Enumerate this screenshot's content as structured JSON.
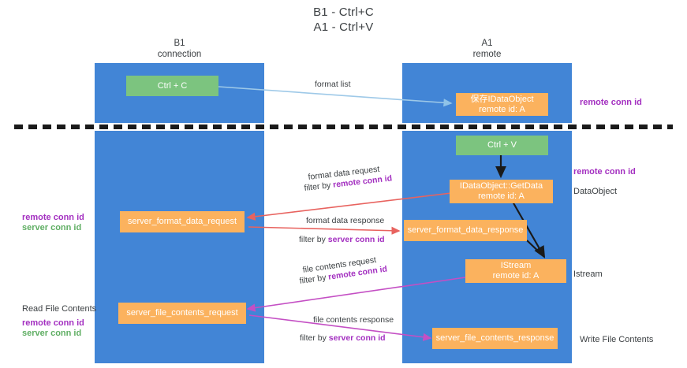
{
  "title": {
    "line1": "B1 - Ctrl+C",
    "line2": "A1 - Ctrl+V"
  },
  "columns": [
    {
      "name": "B1",
      "sub": "connection"
    },
    {
      "name": "A1",
      "sub": "remote"
    }
  ],
  "boxes": {
    "ctrl_c": {
      "label": "Ctrl + C",
      "color": "#7cc47f"
    },
    "ctrl_v": {
      "label": "Ctrl + V",
      "color": "#7cc47f"
    },
    "save_idataobject": {
      "line1": "保存IDataObject",
      "line2": "remote id: A",
      "color": "#fbb25e"
    },
    "getdata": {
      "line1": "IDataObject::GetData",
      "line2": "remote id: A",
      "color": "#fbb25e"
    },
    "istream": {
      "line1": "IStream",
      "line2": "remote id: A",
      "color": "#fbb25e"
    },
    "server_format_data_request": {
      "label": "server_format_data_request",
      "color": "#fbb25e"
    },
    "server_format_data_response": {
      "label": "server_format_data_response",
      "color": "#fbb25e"
    },
    "server_file_contents_request": {
      "label": "server_file_contents_request",
      "color": "#fbb25e"
    },
    "server_file_contents_response": {
      "label": "server_file_contents_response",
      "color": "#fbb25e"
    }
  },
  "edge_labels": {
    "format_list": "format list",
    "format_data_request": "format data request",
    "format_data_request_filter_prefix": "filter by ",
    "format_data_request_filter_key": "remote conn id",
    "format_data_response": "format data response",
    "format_data_response_filter_prefix": "filter by ",
    "format_data_response_filter_key": "server conn id",
    "file_contents_request": "file contents request",
    "file_contents_request_filter_prefix": "filter by ",
    "file_contents_request_filter_key": "remote conn id",
    "file_contents_response": "file contents response",
    "file_contents_response_filter_prefix": "filter by ",
    "file_contents_response_filter_key": "server conn id"
  },
  "annotations": {
    "right_remote_conn_id_top": "remote conn id",
    "right_remote_conn_id_mid": "remote conn id",
    "right_dataobject": "DataObject",
    "right_istream": "Istream",
    "right_write_file_contents": "Write File Contents",
    "left_remote_conn_id_mid": "remote conn id",
    "left_server_conn_id_mid": "server conn id",
    "left_read_file_contents": "Read File Contents",
    "left_remote_conn_id_bottom": "remote conn id",
    "left_server_conn_id_bottom": "server conn id"
  },
  "colors": {
    "lane": "#4285d6",
    "green_box": "#7cc47f",
    "orange_box": "#fbb25e",
    "purple_text": "#a32fc0",
    "green_text": "#5fae63",
    "red_arrow": "#e8635f",
    "magenta_arrow": "#c44fc4",
    "blue_arrow": "#9ec9e8",
    "black_arrow": "#1a1a1a",
    "divider": "#1a1a1a"
  }
}
